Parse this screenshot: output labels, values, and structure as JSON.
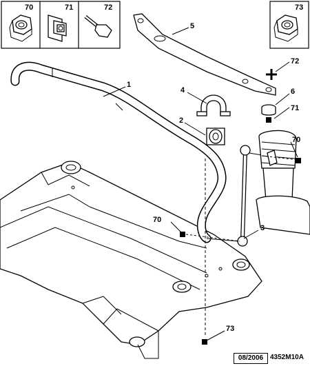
{
  "parts": {
    "p70": "70",
    "p71": "71",
    "p72": "72",
    "p73": "73",
    "p1": "1",
    "p2": "2",
    "p3": "3",
    "p4": "4",
    "p5": "5",
    "p6": "6"
  },
  "footer": {
    "date": "08/2006",
    "code": "4352M10A"
  }
}
